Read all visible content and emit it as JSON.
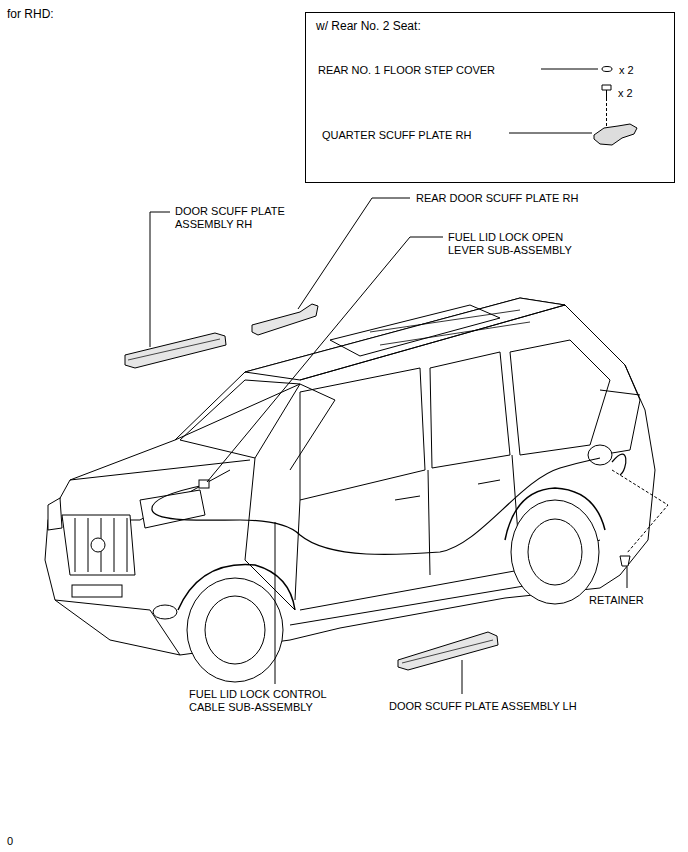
{
  "diagram": {
    "title": "for RHD:",
    "nodes": [
      {
        "text": [
          "w/ Rear No. 2 Seat:",
          "REAR NO. 1 FLOOR STEP COVER",
          "x 2",
          "x 2",
          "QUARTER SCUFF PLATE RH"
        ]
      }
    ],
    "labels": [
      "DOOR SCUFF PLATE ASSEMBLY RH",
      "REAR DOOR SCUFF PLATE RH",
      "FUEL LID LOCK OPEN LEVER SUB-ASSEMBLY",
      "RETAINER",
      "FUEL LID LOCK CONTROL CABLE SUB-ASSEMBLY",
      "DOOR SCUFF PLATE ASSEMBLY LH",
      "0"
    ]
  }
}
